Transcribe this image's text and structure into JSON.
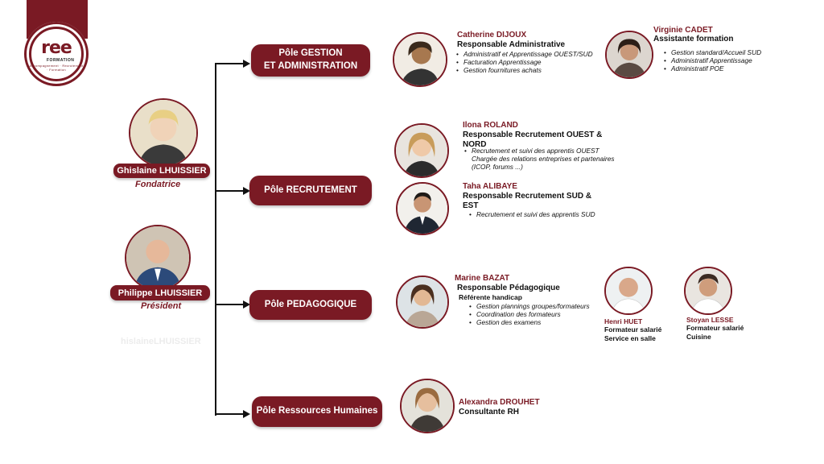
{
  "logo": {
    "word": "ree",
    "sub": "FORMATION",
    "curve": "Accompagnement · Recrutement · Formation"
  },
  "ghost_text": "hislaineLHUISSIER",
  "founders": [
    {
      "name": "Ghislaine LHUISSIER",
      "role": "Fondatrice"
    },
    {
      "name": "Philippe LHUISSIER",
      "role": "Président"
    }
  ],
  "poles": {
    "gestion": "Pôle GESTION\nET ADMINISTRATION",
    "recrutement": "Pôle RECRUTEMENT",
    "pedagogique": "Pôle PEDAGOGIQUE",
    "rh": "Pôle Ressources Humaines"
  },
  "members": {
    "catherine": {
      "name": "Catherine DIJOUX",
      "title": "Responsable Administrative",
      "tasks": [
        "Administratif et Apprentissage OUEST/SUD",
        "Facturation Apprentissage",
        "Gestion fournitures achats"
      ]
    },
    "virginie": {
      "name": "Virginie CADET",
      "title": "Assistante formation",
      "tasks": [
        "Gestion standard/Accueil SUD",
        "Administratif Apprentissage",
        "Administratif POE"
      ]
    },
    "ilona": {
      "name": "Ilona ROLAND",
      "title": "Responsable Recrutement OUEST & NORD",
      "tasks": [
        "Recrutement et suivi des apprentis OUEST Chargée des relations entreprises et partenaires (ICOP, forums ...)"
      ]
    },
    "taha": {
      "name": "Taha ALIBAYE",
      "title": "Responsable Recrutement SUD & EST",
      "tasks": [
        "Recrutement et suivi des apprentis SUD"
      ]
    },
    "marine": {
      "name": "Marine BAZAT",
      "title": "Responsable Pédagogique",
      "subtitle": "Référente handicap",
      "tasks": [
        "Gestion plannings groupes/formateurs",
        "Coordination des formateurs",
        "Gestion des examens"
      ]
    },
    "henri": {
      "name": "Henri HUET",
      "title_line1": "Formateur salarié",
      "title_line2": "Service en salle"
    },
    "stoyan": {
      "name": "Stoyan LESSE",
      "title_line1": "Formateur salarié",
      "title_line2": "Cuisine"
    },
    "alexandra": {
      "name": "Alexandra DROUHET",
      "title": "Consultante RH"
    }
  },
  "colors": {
    "accent": "#7a1a24",
    "line": "#111111"
  }
}
